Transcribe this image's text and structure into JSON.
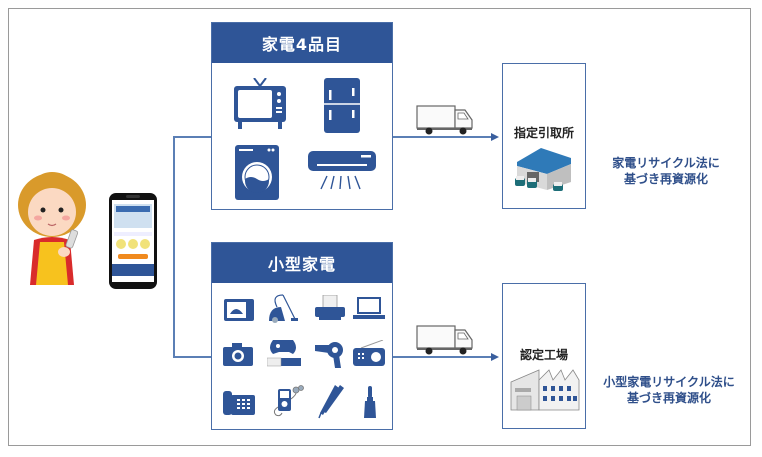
{
  "diagram": {
    "title": "家電リサイクルの流れ",
    "categories": [
      {
        "id": "major",
        "label": "家電4品目",
        "items": [
          "tv",
          "refrigerator",
          "washing-machine",
          "air-conditioner"
        ]
      },
      {
        "id": "small",
        "label": "小型家電",
        "items": [
          "microwave",
          "vacuum-cleaner",
          "printer",
          "laptop",
          "camera",
          "game-controller",
          "hair-dryer",
          "radio",
          "telephone",
          "music-player",
          "hair-iron",
          "electric-toothbrush"
        ]
      }
    ],
    "destinations": [
      {
        "label": "指定引取所",
        "icon": "warehouse-icon"
      },
      {
        "label": "認定工場",
        "icon": "factory-icon"
      }
    ],
    "notes": [
      {
        "line1": "家電リサイクル法に",
        "line2": "基づき再資源化"
      },
      {
        "line1": "小型家電リサイクル法に",
        "line2": "基づき再資源化"
      }
    ],
    "colors": {
      "header": "#2f5597",
      "line": "#5b7fb5",
      "note_text": "#2f4f8a",
      "icon_blue": "#2f5597"
    }
  }
}
